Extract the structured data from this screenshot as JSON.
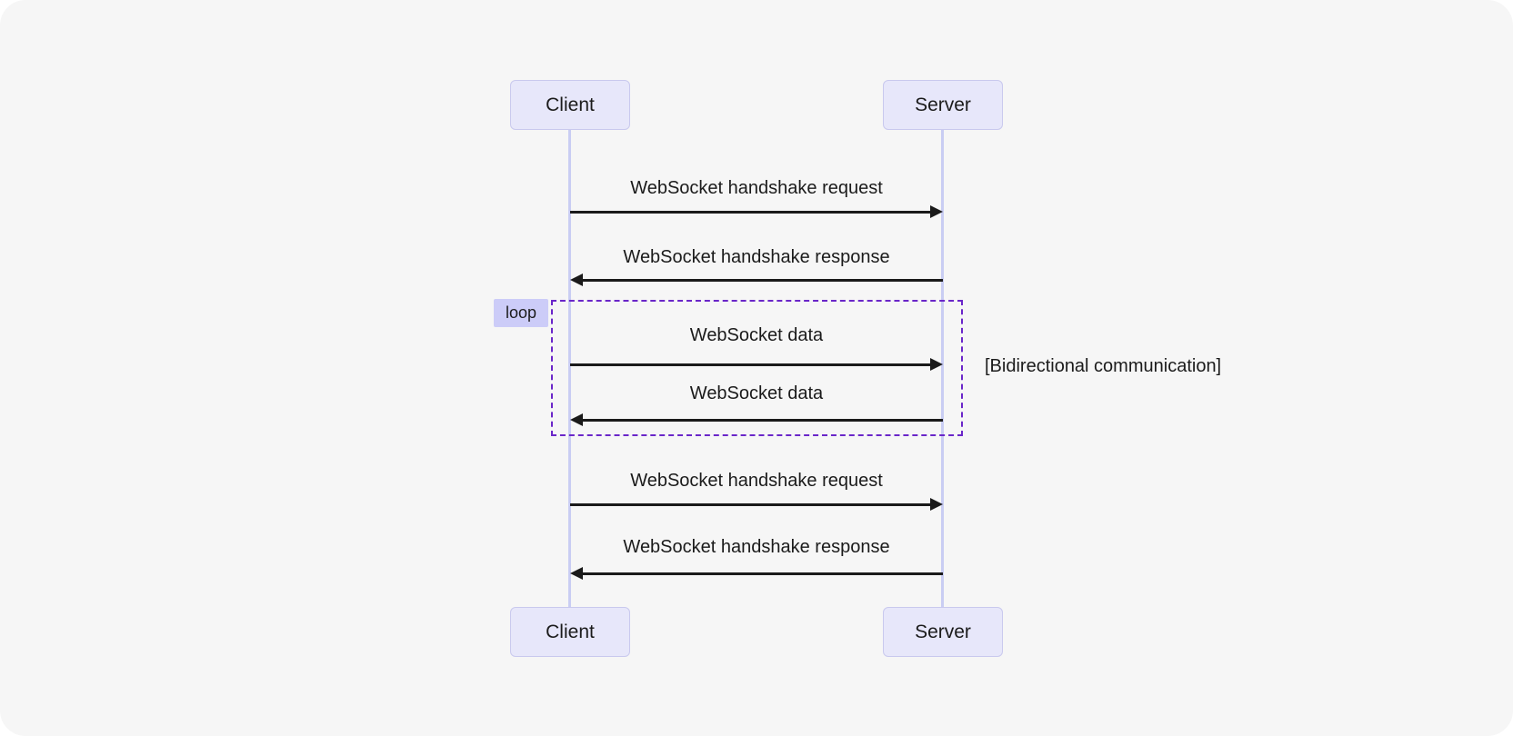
{
  "page": {
    "background": "#ffffff",
    "canvas_background": "#f6f6f6"
  },
  "diagram": {
    "type": "sequence",
    "actors": [
      {
        "id": "client",
        "label": "Client"
      },
      {
        "id": "server",
        "label": "Server"
      }
    ],
    "messages": [
      {
        "from": "client",
        "to": "server",
        "direction": "right",
        "style": "solid",
        "label": "WebSocket handshake request"
      },
      {
        "from": "server",
        "to": "client",
        "direction": "left",
        "style": "solid",
        "label": "WebSocket handshake response"
      },
      {
        "from": "client",
        "to": "server",
        "direction": "right",
        "style": "solid",
        "in_loop": true,
        "label": "WebSocket data"
      },
      {
        "from": "server",
        "to": "client",
        "direction": "left",
        "style": "solid",
        "in_loop": true,
        "label": "WebSocket data"
      },
      {
        "from": "client",
        "to": "server",
        "direction": "right",
        "style": "solid",
        "label": "WebSocket handshake request"
      },
      {
        "from": "server",
        "to": "client",
        "direction": "left",
        "style": "solid",
        "label": "WebSocket handshake response"
      }
    ],
    "loop": {
      "label": "loop",
      "annotation": "[Bidirectional communication]"
    },
    "colors": {
      "actor_fill": "#e7e7fa",
      "actor_border": "#c9c9ee",
      "lifeline": "#c9cdf3",
      "loop_border": "#6a26c9",
      "loop_label_fill": "#ccccf8",
      "arrow": "#1a1a1a",
      "text": "#1b1b1b"
    }
  }
}
